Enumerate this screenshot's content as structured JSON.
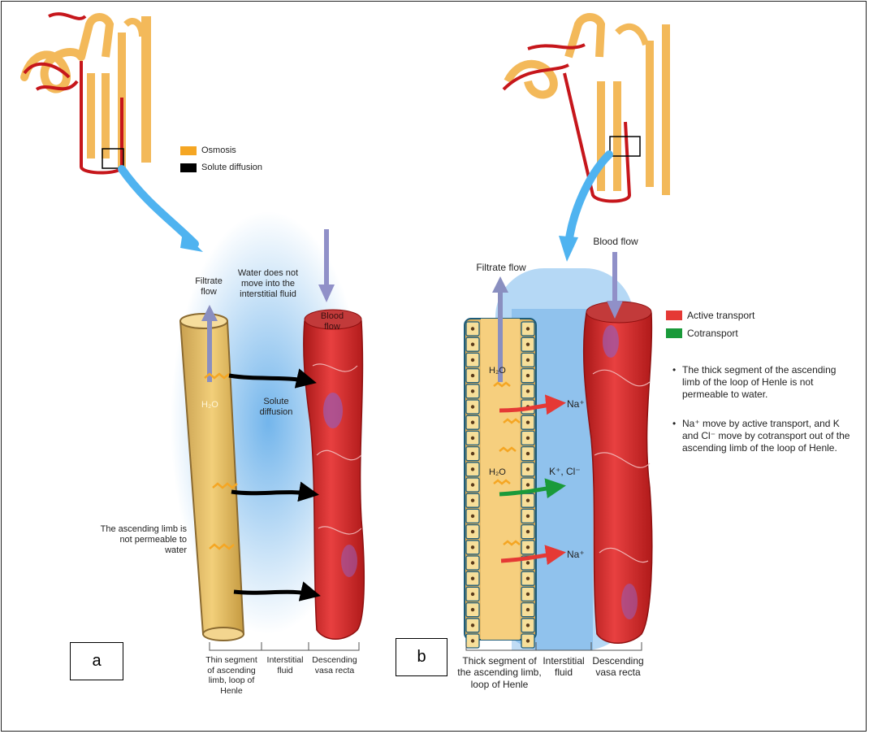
{
  "panel_a": {
    "legend": [
      {
        "label": "Osmosis",
        "color": "#f5a623"
      },
      {
        "label": "Solute diffusion",
        "color": "#000000"
      }
    ],
    "filtrate_flow": "Filtrate flow",
    "water_note": "Water does not move into the interstitial fluid",
    "blood_flow": "Blood flow",
    "h2o": "H₂O",
    "solute_diffusion": "Solute diffusion",
    "not_permeable": "The ascending limb is not permeable to water",
    "bracket_labels": [
      "Thin segment of ascending limb, loop of Henle",
      "Interstitial fluid",
      "Descending vasa recta"
    ],
    "tag": "a"
  },
  "panel_b": {
    "filtrate_flow": "Filtrate flow",
    "blood_flow": "Blood flow",
    "legend": [
      {
        "label": "Active transport",
        "color": "#e53935"
      },
      {
        "label": "Cotransport",
        "color": "#1a9a3a"
      }
    ],
    "bullets": [
      "The thick segment of the ascending limb of the loop of Henle is not permeable to water.",
      "Na⁺ move by active transport, and K and Cl⁻ move by cotransport out of the ascending limb of the loop of Henle."
    ],
    "h2o": "H₂O",
    "na": "Na⁺",
    "kcl": "K⁺, Cl⁻",
    "bracket_labels": [
      "Thick segment of the ascending limb, loop of Henle",
      "Interstitial fluid",
      "Descending vasa recta"
    ],
    "tag": "b"
  }
}
